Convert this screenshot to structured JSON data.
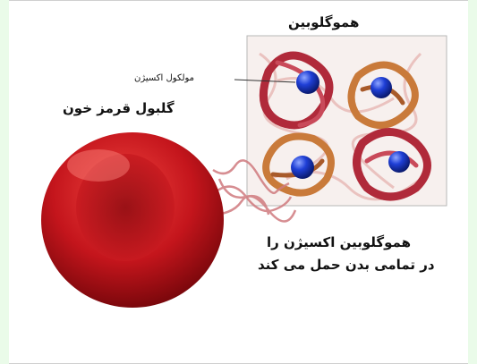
{
  "labels": {
    "hemoglobin_title": "هموگلوبین",
    "oxygen_molecule": "مولکول اکسیژن",
    "red_blood_cell": "گلبول قرمز خون",
    "caption_line1": "هموگلوبین اکسیژن را",
    "caption_line2": "در تمامی بدن حمل می کند"
  },
  "colors": {
    "background": "#ffffff",
    "cell_red": "#c4151c",
    "chain_red": "#b02a3a",
    "chain_orange": "#c97a3a",
    "oxygen_blue": "#1f3fd6",
    "side_strip": "#eafbe9"
  }
}
